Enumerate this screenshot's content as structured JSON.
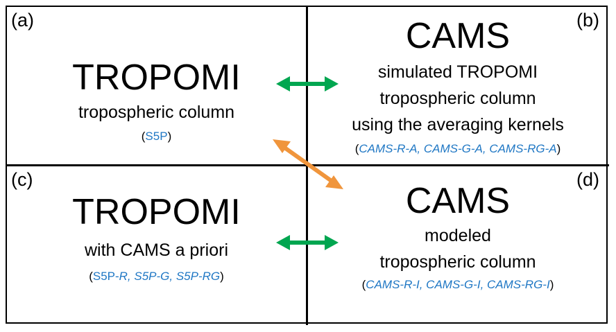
{
  "panels": {
    "a": {
      "tag": "(a)",
      "title": "TROPOMI",
      "subtitle": "tropospheric column",
      "codes_open": "(",
      "code_1": "S5P",
      "codes_close": ")"
    },
    "b": {
      "tag": "(b)",
      "title": "CAMS",
      "line_1": "simulated TROPOMI",
      "line_2": "tropospheric column",
      "line_3": "using the averaging kernels",
      "codes_open": "(",
      "codes": "CAMS-R-A, CAMS-G-A, CAMS-RG-A",
      "codes_close": ")"
    },
    "c": {
      "tag": "(c)",
      "title": "TROPOMI",
      "subtitle": "with CAMS a priori",
      "codes_open": "(",
      "code_prefix": "S5P-",
      "code_rest": "R, S5P-G, S5P-RG",
      "codes_close": ")"
    },
    "d": {
      "tag": "(d)",
      "title": "CAMS",
      "line_1": "modeled",
      "line_2": "tropospheric column",
      "codes_open": "(",
      "codes": "CAMS-R-I, CAMS-G-I, CAMS-RG-I",
      "codes_close": ")"
    }
  },
  "colors": {
    "horizontal_arrows": "#00a650",
    "diagonal_arrow": "#f0953c",
    "code_text": "#1f77c4"
  }
}
